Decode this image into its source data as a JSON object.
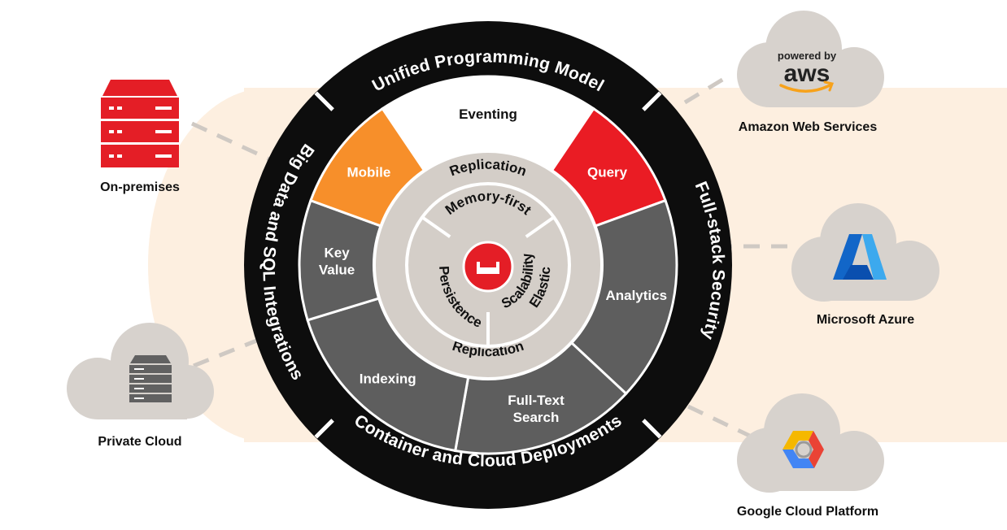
{
  "colors": {
    "background_band": "#FDEFE0",
    "outer_ring": "#0D0D0D",
    "segment_gray": "#5E5E5E",
    "segment_orange": "#F78F2A",
    "segment_red": "#EA1C24",
    "segment_white": "#FFFFFF",
    "inner_ring": "#D4CEC8",
    "cloud": "#D7D2CD",
    "brand_red": "#E41E26"
  },
  "outer_ring": {
    "top": "Unified Programming Model",
    "left": "Big Data and SQL Integrations",
    "right": "Full-stack Security",
    "bottom": "Container and Cloud Deployments"
  },
  "segments": [
    {
      "label": "Eventing",
      "color": "#FFFFFF",
      "text_color": "#111111"
    },
    {
      "label": "Query",
      "color": "#EA1C24",
      "text_color": "#FFFFFF"
    },
    {
      "label": "Analytics",
      "color": "#5E5E5E",
      "text_color": "#FFFFFF"
    },
    {
      "label": [
        "Full-Text",
        "Search"
      ],
      "color": "#5E5E5E",
      "text_color": "#FFFFFF"
    },
    {
      "label": "Indexing",
      "color": "#5E5E5E",
      "text_color": "#FFFFFF"
    },
    {
      "label": [
        "Key",
        "Value"
      ],
      "color": "#5E5E5E",
      "text_color": "#FFFFFF"
    },
    {
      "label": "Mobile",
      "color": "#F78F2A",
      "text_color": "#FFFFFF"
    }
  ],
  "replication_ring": {
    "top": "Replication",
    "bottom": "Replication"
  },
  "core": {
    "top": "Memory-first",
    "left": "Persistence",
    "right": [
      "Elastic",
      "Scalability"
    ],
    "logo_icon": "couchbase-logo-icon"
  },
  "environments": [
    {
      "label": "On-premises",
      "icon": "server-rack-icon"
    },
    {
      "label": "Private Cloud",
      "icon": "server-cloud-icon"
    },
    {
      "label": "Amazon Web Services",
      "icon": "aws-cloud-icon",
      "logo_text": [
        "powered by",
        "aws"
      ]
    },
    {
      "label": "Microsoft Azure",
      "icon": "azure-cloud-icon"
    },
    {
      "label": "Google Cloud Platform",
      "icon": "gcp-cloud-icon"
    }
  ]
}
